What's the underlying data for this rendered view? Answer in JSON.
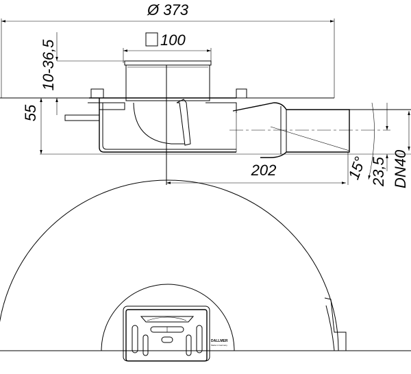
{
  "drawing": {
    "dimensions": {
      "diameter": "Ø 373",
      "square_symbol": "□",
      "grate_size": "100",
      "height_range": "10-36,5",
      "body_height": "55",
      "outlet_length": "202",
      "angle": "15°",
      "outlet_height": "23,5",
      "pipe_size": "DN40"
    },
    "logo": {
      "brand": "DALLMER",
      "tagline": "Made in Germany"
    }
  }
}
